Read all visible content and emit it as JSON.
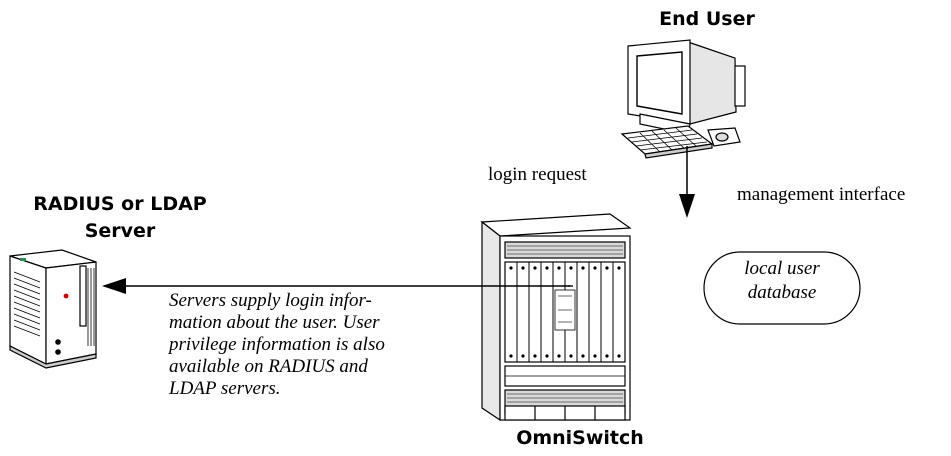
{
  "labels": {
    "end_user": "End User",
    "radius_server": "RADIUS or LDAP\nServer",
    "omniswitch": "OmniSwitch",
    "login_request": "login request",
    "management_interface": "management interface",
    "servers_note": "Servers supply login infor-\nmation about the user. User\nprivilege information is also\navailable on RADIUS and\nLDAP servers.",
    "local_user_database": "local user\ndatabase"
  },
  "icons": {
    "end_user": "desktop-computer-icon",
    "server": "tower-server-icon",
    "switch": "chassis-switch-icon"
  },
  "colors": {
    "line": "#000000",
    "background": "#ffffff",
    "server_led": "#2e8b57",
    "server_indicator": "#cc0000"
  }
}
